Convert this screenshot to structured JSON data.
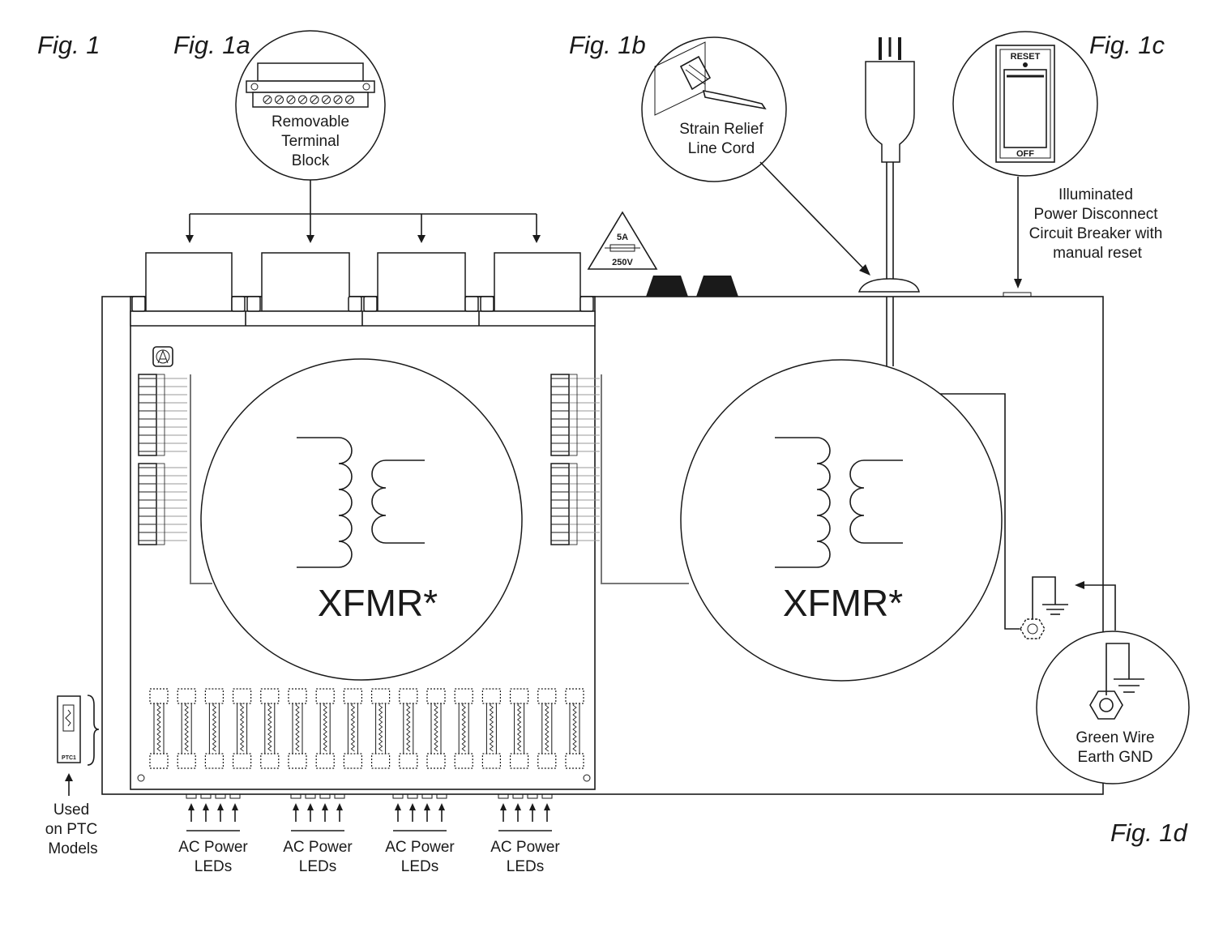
{
  "figures": {
    "fig1": "Fig. 1",
    "fig1a": "Fig. 1a",
    "fig1b": "Fig. 1b",
    "fig1c": "Fig. 1c",
    "fig1d": "Fig. 1d"
  },
  "terminal_block": {
    "line1": "Removable",
    "line2": "Terminal",
    "line3": "Block"
  },
  "strain_relief": {
    "line1": "Strain Relief",
    "line2": "Line Cord"
  },
  "breaker": {
    "reset": "RESET",
    "off": "OFF",
    "line1": "Illuminated",
    "line2": "Power Disconnect",
    "line3": "Circuit Breaker with",
    "line4": "manual reset"
  },
  "fuse": {
    "rating": "5A",
    "voltage": "250V"
  },
  "transformer_left": "XFMR*",
  "transformer_right": "XFMR*",
  "ground": {
    "line1": "Green Wire",
    "line2": "Earth GND"
  },
  "ptc": {
    "chip": "PTC1",
    "line1": "Used",
    "line2": "on PTC",
    "line3": "Models"
  },
  "led_groups": [
    {
      "line1": "AC Power",
      "line2": "LEDs"
    },
    {
      "line1": "AC Power",
      "line2": "LEDs"
    },
    {
      "line1": "AC Power",
      "line2": "LEDs"
    },
    {
      "line1": "AC Power",
      "line2": "LEDs"
    }
  ]
}
